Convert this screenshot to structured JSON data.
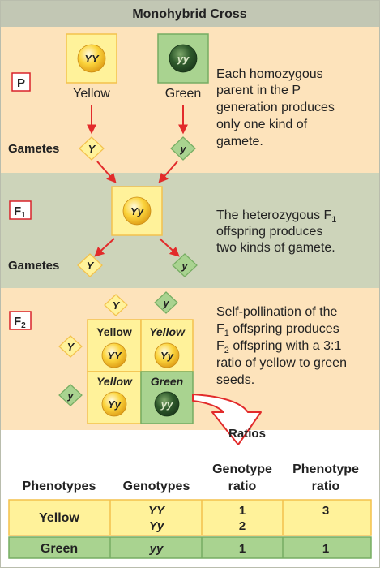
{
  "title": "Monohybrid Cross",
  "colors": {
    "header_bg": "#c2c7b4",
    "section_tan": "#fde3bb",
    "section_green": "#cdd4ba",
    "yellow_box": "#fff29a",
    "yellow_border": "#f3c14c",
    "green_box": "#a9d390",
    "green_border": "#76ad62",
    "arrow_red": "#e22b2b",
    "table_yellow": "#fff29a",
    "table_green": "#a9d390",
    "label_border": "#d9232a"
  },
  "p_generation": {
    "label": "P",
    "parent_yellow": {
      "genotype": "YY",
      "phenotype": "Yellow"
    },
    "parent_green": {
      "genotype": "yy",
      "phenotype": "Green"
    },
    "gametes_label": "Gametes",
    "gamete_yellow": "Y",
    "gamete_green": "y",
    "description": [
      "Each homozygous",
      "parent in the P",
      "generation produces",
      "only one kind of",
      "gamete."
    ]
  },
  "f1_generation": {
    "label_main": "F",
    "label_sub": "1",
    "offspring_genotype": "Yy",
    "gametes_label": "Gametes",
    "gamete_yellow": "Y",
    "gamete_green": "y",
    "description": [
      {
        "pre": "The heterozygous F",
        "sub": "1",
        "post": ""
      },
      {
        "pre": "offspring produces",
        "sub": "",
        "post": ""
      },
      {
        "pre": "two kinds of gamete.",
        "sub": "",
        "post": ""
      }
    ]
  },
  "f2_generation": {
    "label_main": "F",
    "label_sub": "2",
    "top_gametes": [
      "Y",
      "y"
    ],
    "side_gametes": [
      "Y",
      "y"
    ],
    "cells": [
      {
        "phenotype": "Yellow",
        "genotype": "YY",
        "color": "yellow"
      },
      {
        "phenotype": "Yellow",
        "genotype": "Yy",
        "color": "yellow"
      },
      {
        "phenotype": "Yellow",
        "genotype": "Yy",
        "color": "yellow"
      },
      {
        "phenotype": "Green",
        "genotype": "yy",
        "color": "green"
      }
    ],
    "description": [
      {
        "pre": "Self-pollination of the",
        "sub": "",
        "post": ""
      },
      {
        "pre": "F",
        "sub": "1",
        "post": " offspring produces"
      },
      {
        "pre": "F",
        "sub": "2",
        "post": " offspring with a 3:1"
      },
      {
        "pre": "ratio of yellow to green",
        "sub": "",
        "post": ""
      },
      {
        "pre": "seeds.",
        "sub": "",
        "post": ""
      }
    ]
  },
  "ratios": {
    "arrow_label": "Ratios",
    "headers": {
      "phenotypes": "Phenotypes",
      "genotypes": "Genotypes",
      "genotype_ratio": [
        "Genotype",
        "ratio"
      ],
      "phenotype_ratio": [
        "Phenotype",
        "ratio"
      ]
    },
    "rows": [
      {
        "phenotype": "Yellow",
        "genotypes": [
          "YY",
          "Yy"
        ],
        "genotype_ratio": [
          "1",
          "2"
        ],
        "phenotype_ratio": "3",
        "color": "yellow"
      },
      {
        "phenotype": "Green",
        "genotypes": [
          "yy"
        ],
        "genotype_ratio": [
          "1"
        ],
        "phenotype_ratio": "1",
        "color": "green"
      }
    ]
  }
}
